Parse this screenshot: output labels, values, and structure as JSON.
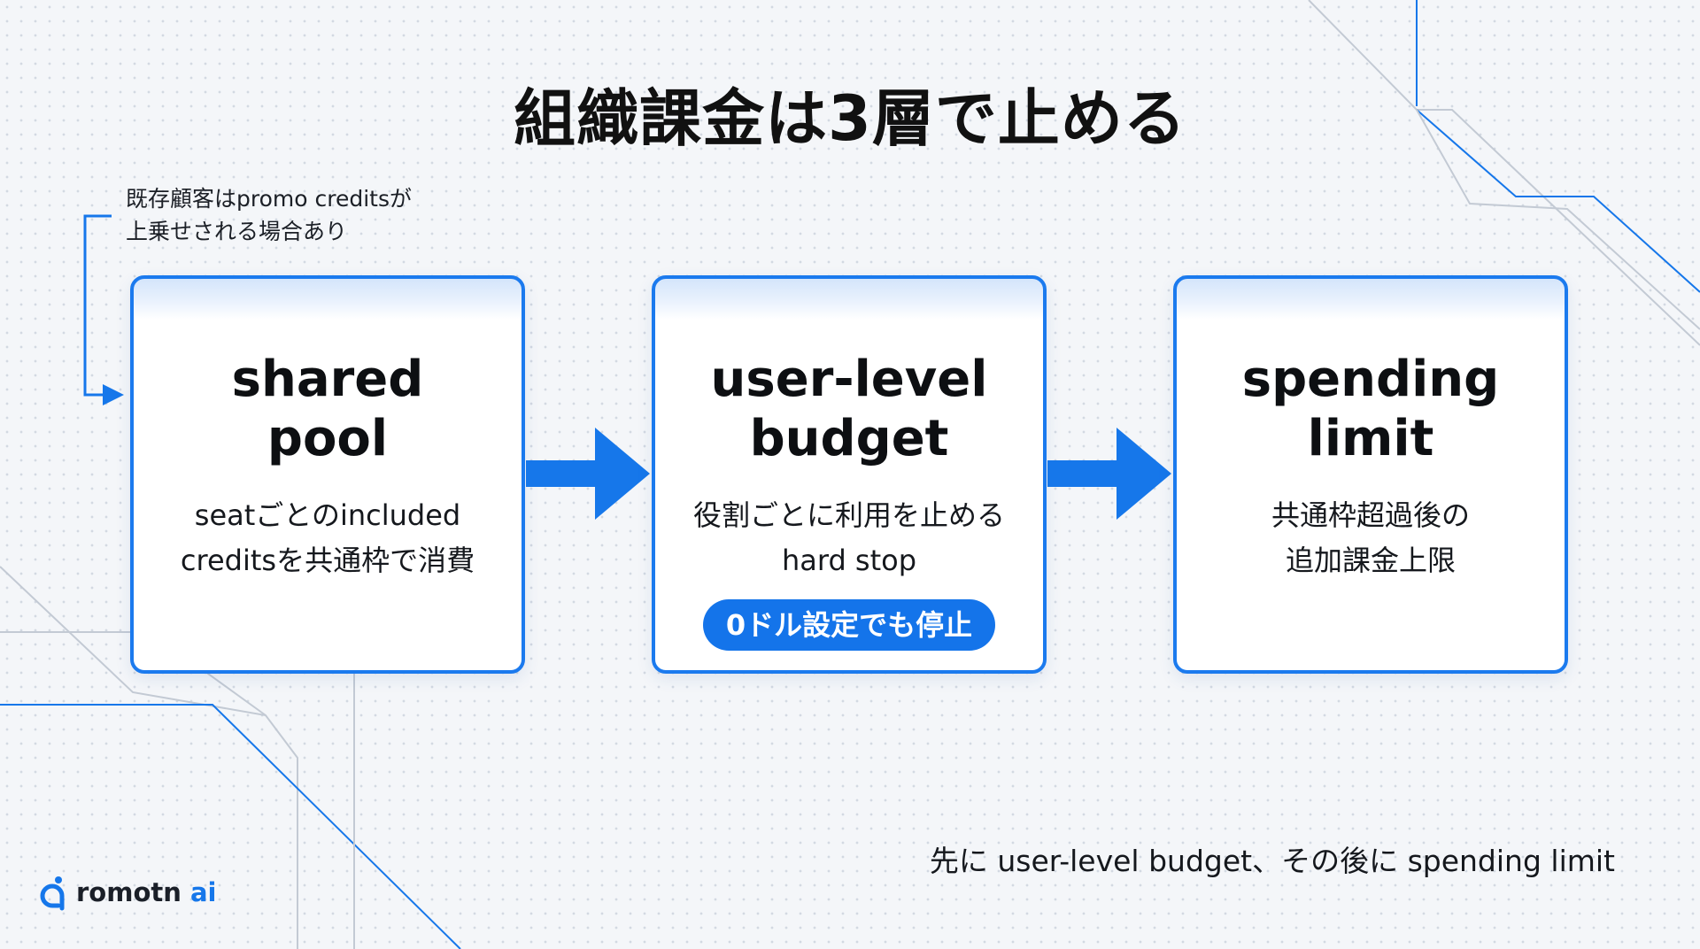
{
  "title": "組織課金は3層で止める",
  "note": {
    "line1": "既存顧客はpromo creditsが",
    "line2": "上乗せされる場合あり"
  },
  "cards": [
    {
      "title_line1": "shared",
      "title_line2": "pool",
      "desc_line1": "seatごとのincluded",
      "desc_line2": "creditsを共通枠で消費"
    },
    {
      "title_line1": "user-level",
      "title_line2": "budget",
      "desc_line1": "役割ごとに利用を止める",
      "desc_line2": "hard stop",
      "badge": "0ドル設定でも停止"
    },
    {
      "title_line1": "spending",
      "title_line2": "limit",
      "desc_line1": "共通枠超過後の",
      "desc_line2": "追加課金上限"
    }
  ],
  "footer": "先に user-level budget、その後に spending limit",
  "logo": {
    "name": "romotn",
    "suffix": "ai"
  },
  "colors": {
    "accent": "#1677ea",
    "card_border": "#1b7aee",
    "background": "#f4f6f9"
  },
  "icons": [
    "flow-arrow-icon",
    "logo-mark-icon"
  ]
}
